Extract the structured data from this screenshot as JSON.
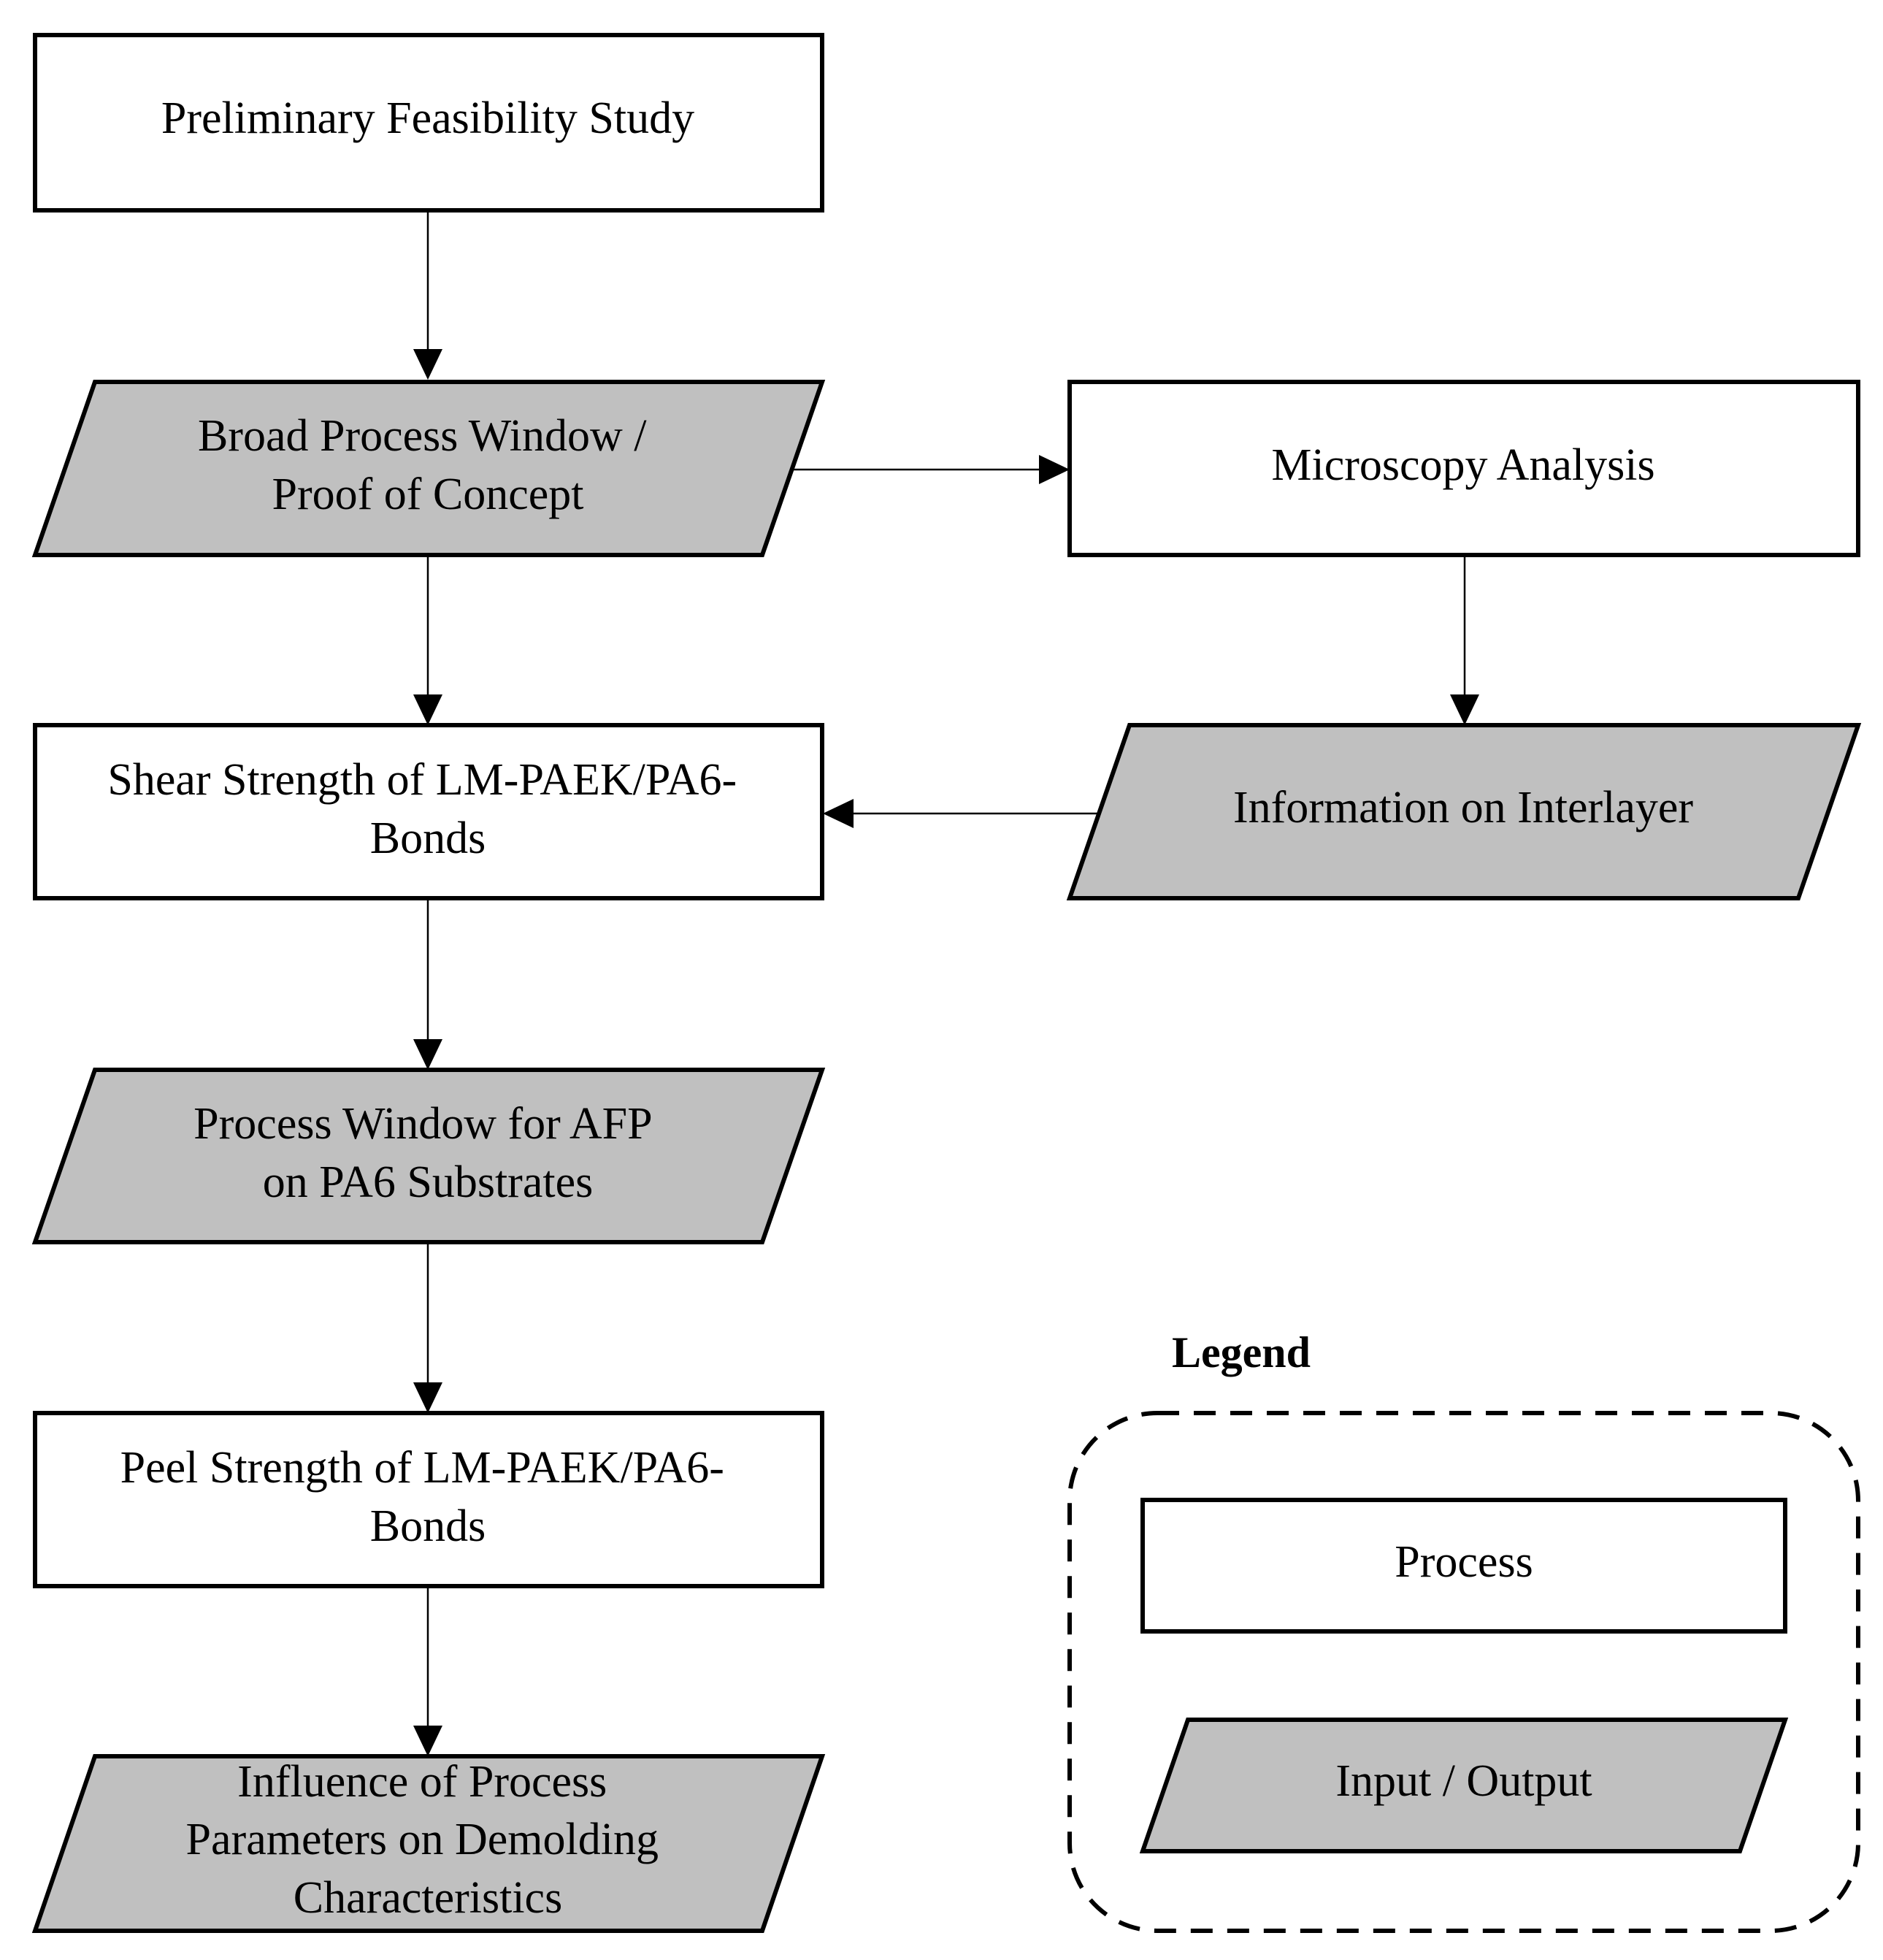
{
  "nodes": {
    "feasibility": {
      "lines": [
        "Preliminary Feasibility Study"
      ]
    },
    "broad_window": {
      "lines": [
        "Broad Process Window /",
        "Proof of Concept"
      ]
    },
    "microscopy": {
      "lines": [
        "Microscopy Analysis"
      ]
    },
    "shear": {
      "lines": [
        "Shear Strength of LM-PAEK/PA6-",
        "Bonds"
      ]
    },
    "interlayer": {
      "lines": [
        "Information on Interlayer"
      ]
    },
    "afp_window": {
      "lines": [
        "Process Window for AFP",
        "on PA6 Substrates"
      ]
    },
    "peel": {
      "lines": [
        "Peel Strength of LM-PAEK/PA6-",
        "Bonds"
      ]
    },
    "demolding": {
      "lines": [
        "Influence of Process",
        "Parameters on Demolding",
        "Characteristics"
      ]
    }
  },
  "legend": {
    "title": "Legend",
    "process_label": "Process",
    "io_label": "Input / Output"
  },
  "colors": {
    "process_fill": "#ffffff",
    "io_fill": "#c0c0c0",
    "stroke": "#000000"
  }
}
